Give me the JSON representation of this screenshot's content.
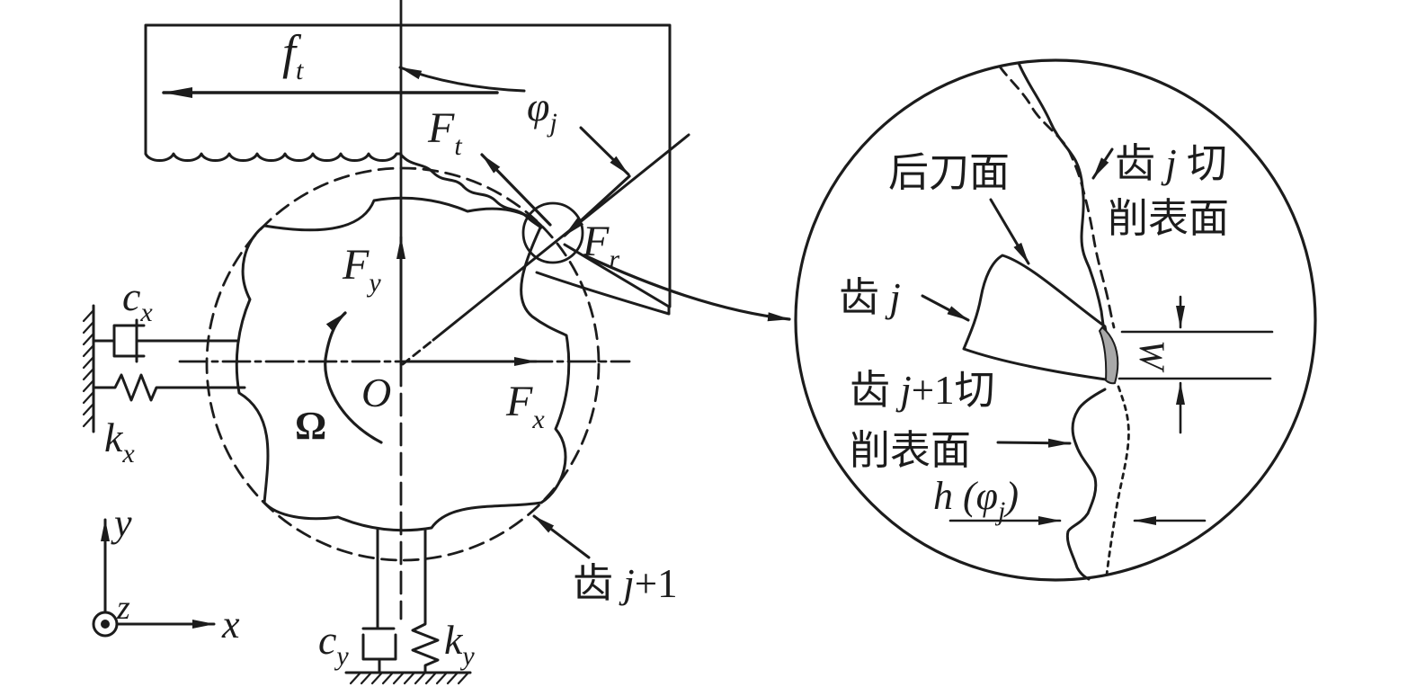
{
  "colors": {
    "ink": "#1c1c1c",
    "wear_fill": "#a8a8a8",
    "background": "#ffffff"
  },
  "figure": {
    "feed_label": {
      "base": "f",
      "sub": "t"
    },
    "phi_label": {
      "base": "φ",
      "sub": "j"
    },
    "forces": {
      "Ft": {
        "base": "F",
        "sub": "t"
      },
      "Fr": {
        "base": "F",
        "sub": "r"
      },
      "Fy": {
        "base": "F",
        "sub": "y"
      },
      "Fx": {
        "base": "F",
        "sub": "x"
      }
    },
    "origin_label": "O",
    "rotation_label": "Ω",
    "supports": {
      "cx": {
        "base": "c",
        "sub": "x"
      },
      "kx": {
        "base": "k",
        "sub": "x"
      },
      "cy": {
        "base": "c",
        "sub": "y"
      },
      "ky": {
        "base": "k",
        "sub": "y"
      }
    },
    "axes": {
      "x": "x",
      "y": "y",
      "z": "z"
    },
    "tooth_j1": {
      "pre": "齿 ",
      "base": "j",
      "post": "+1"
    }
  },
  "detail": {
    "flank_face": "后刀面",
    "tooth_j_surface": {
      "line1": {
        "pre": "齿 ",
        "base": "j",
        "post": " 切"
      },
      "line2": "削表面"
    },
    "tooth_j": {
      "pre": "齿 ",
      "base": "j"
    },
    "tooth_j1_surface": {
      "line1": {
        "pre": "齿 ",
        "base": "j",
        "post": "+1切"
      },
      "line2": "削表面"
    },
    "chip_thickness": {
      "pre": "h (",
      "base": "φ",
      "sub": "j",
      "post": ")"
    },
    "wear_width": "W"
  }
}
